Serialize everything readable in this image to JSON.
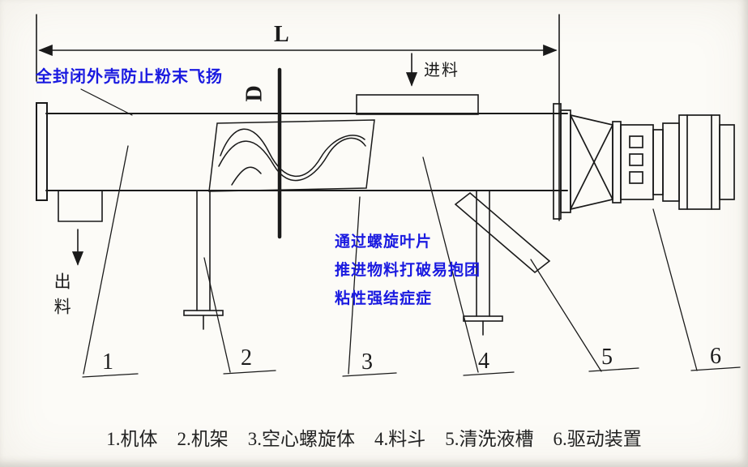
{
  "dimensions": {
    "length_label": "L",
    "diameter_label": "D"
  },
  "annotations": {
    "top_note": "全封闭外壳防止粉末飞扬",
    "feed_label": "进料",
    "discharge_label": "出料",
    "screw_note_line1": "通过螺旋叶片",
    "screw_note_line2": "推进物料打破易抱团",
    "screw_note_line3": "粘性强结症症"
  },
  "part_numbers": [
    "1",
    "2",
    "3",
    "4",
    "5",
    "6"
  ],
  "caption": {
    "items": [
      "1.机体",
      "2.机架",
      "3.空心螺旋体",
      "4.料斗",
      "5.清洗液槽",
      "6.驱动装置"
    ]
  },
  "colors": {
    "line": "#1a1a1a",
    "annotation_blue": "#1a1ae0"
  }
}
